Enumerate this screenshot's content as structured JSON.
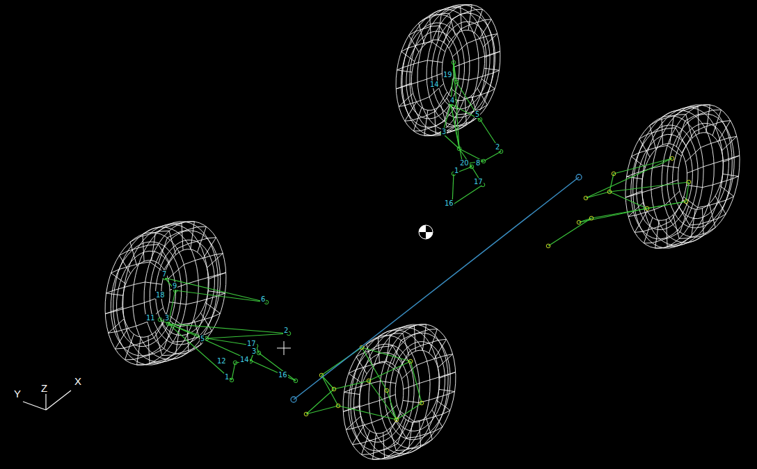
{
  "diagram": {
    "labels": [
      "19",
      "14",
      "4",
      "5",
      "3",
      "2",
      "20",
      "8",
      "1",
      "17",
      "16",
      "7",
      "9",
      "18",
      "6",
      "11",
      "3",
      "2",
      "5",
      "17",
      "14",
      "3",
      "12",
      "1",
      "16",
      "Z",
      "Y",
      "X"
    ]
  }
}
